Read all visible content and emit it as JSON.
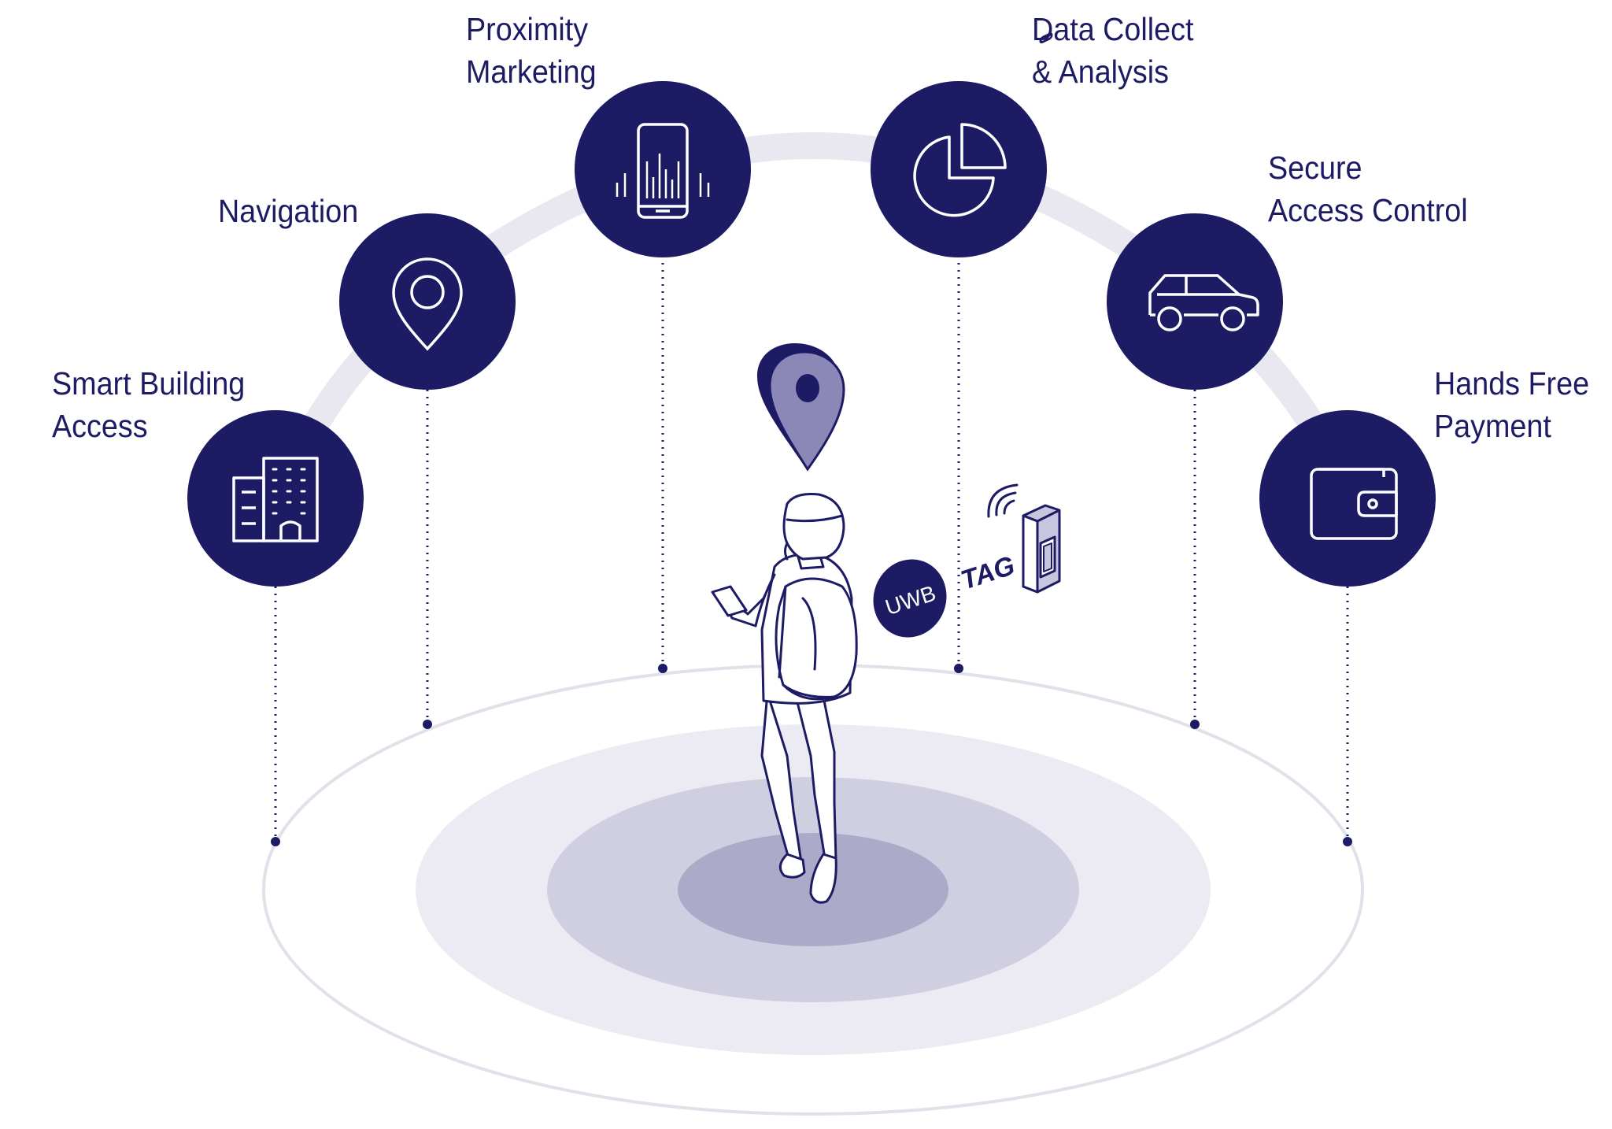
{
  "colors": {
    "navy": "#1c1b63",
    "arc": "#e9e8f1",
    "ring_outer": "#ecebf3",
    "ring_mid": "#d0cee1",
    "ring_inner": "#adaac9",
    "pin_light": "#8b88b8",
    "tag_fill": "#c8c6df"
  },
  "services": [
    {
      "id": "smart-building",
      "line1": "Smart Building",
      "line2": "Access",
      "icon": "building-icon"
    },
    {
      "id": "navigation",
      "line1": "Navigation",
      "line2": "",
      "icon": "location-pin-icon"
    },
    {
      "id": "proximity",
      "line1": "Proximity",
      "line2": "Marketing",
      "icon": "smartphone-signal-icon"
    },
    {
      "id": "data",
      "line1": "Data Collect",
      "line2": "& Analysis",
      "icon": "pie-chart-icon"
    },
    {
      "id": "secure",
      "line1": "Secure",
      "line2": "Access Control",
      "icon": "car-icon"
    },
    {
      "id": "payment",
      "line1": "Hands Free",
      "line2": "Payment",
      "icon": "wallet-icon"
    }
  ],
  "badges": {
    "uwb": "UWB",
    "tag": "TAG"
  }
}
